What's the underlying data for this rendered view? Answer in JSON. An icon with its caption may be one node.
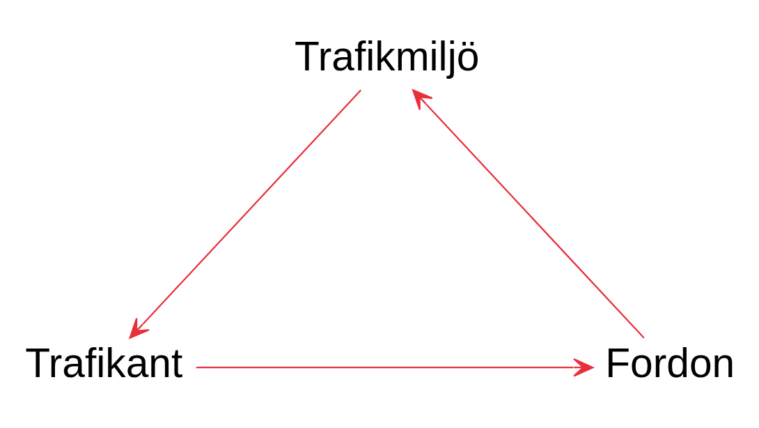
{
  "diagram": {
    "nodes": [
      {
        "text": [
          "Trafikmiljö"
        ]
      },
      {
        "text": [
          "Fordon"
        ]
      },
      {
        "text": [
          "Trafikant"
        ]
      }
    ],
    "edges": [
      {
        "from": 1,
        "to": 0,
        "arrow": "to"
      },
      {
        "from": 0,
        "to": 2,
        "arrow": "to"
      },
      {
        "from": 2,
        "to": 1,
        "arrow": "to"
      }
    ]
  }
}
